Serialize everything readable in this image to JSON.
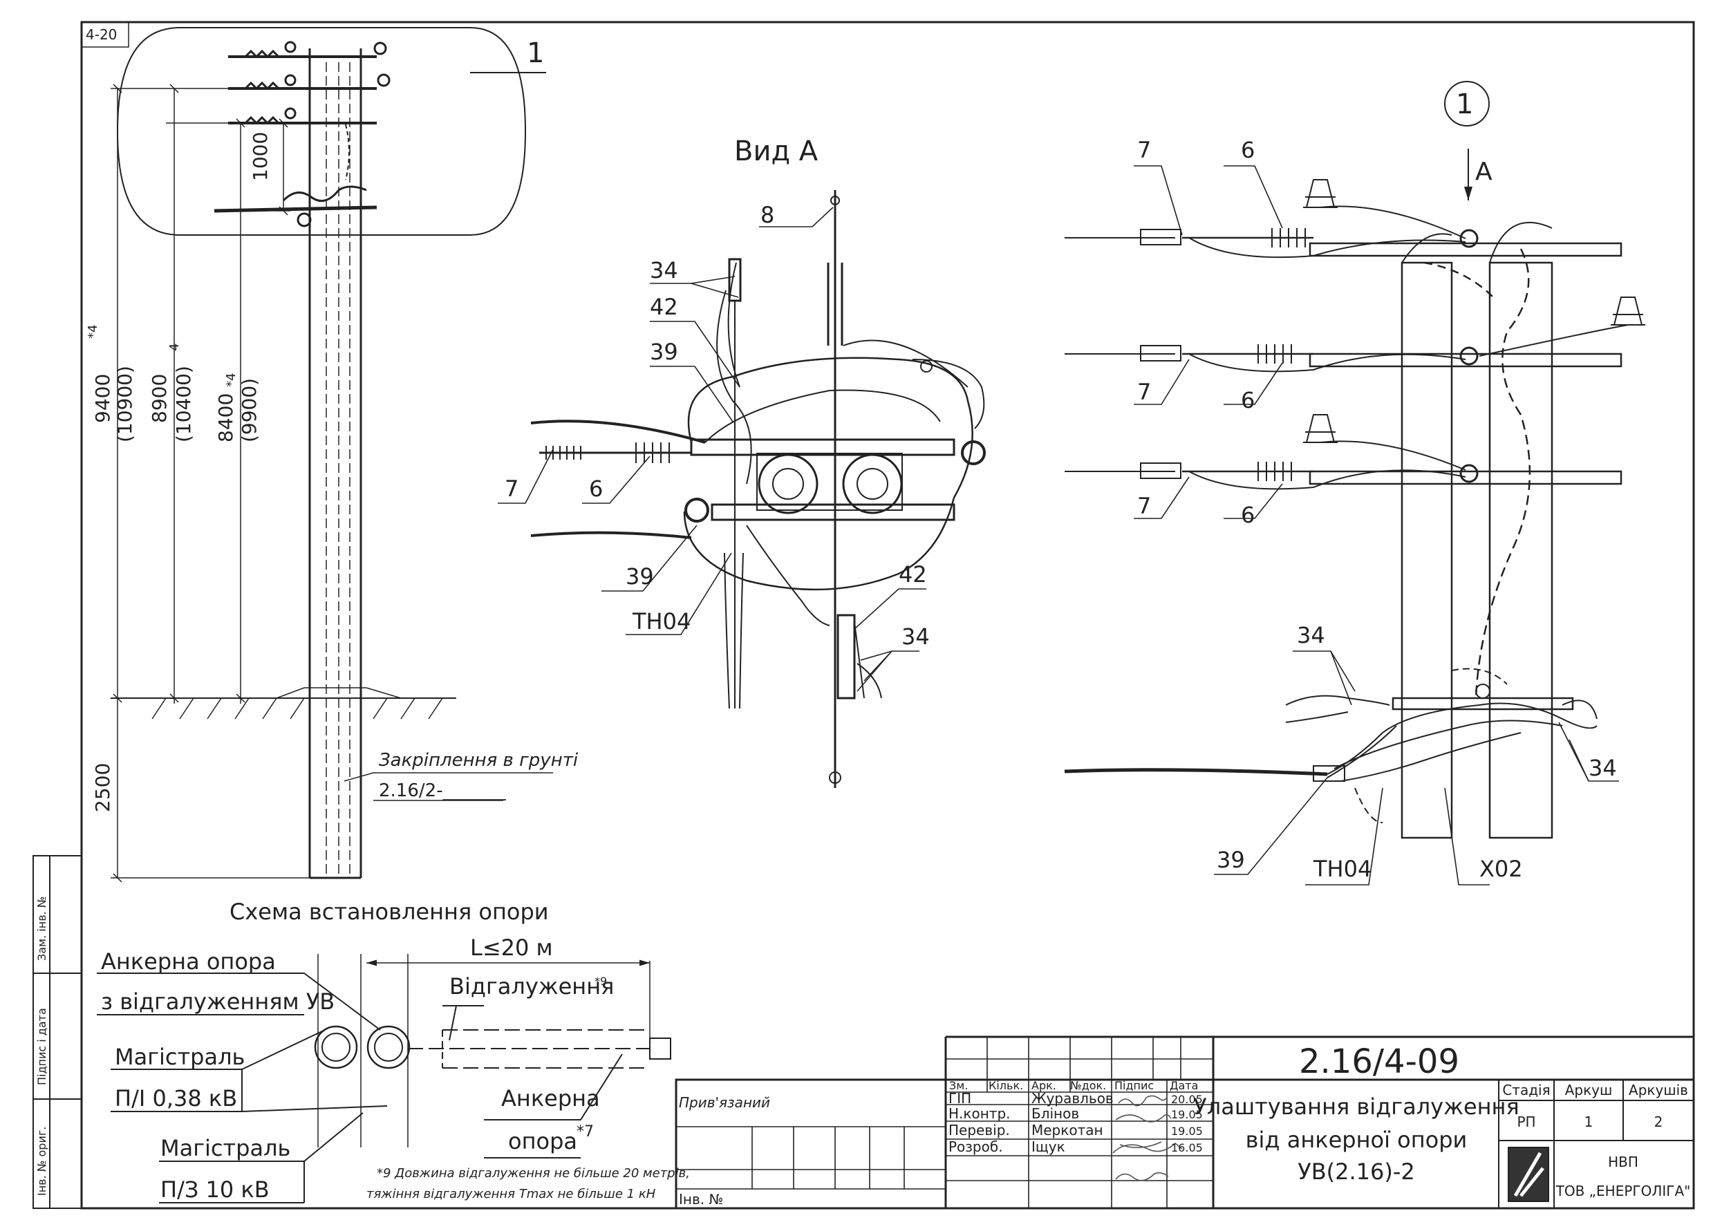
{
  "frame": {
    "corner_code": "4-20"
  },
  "left_view": {
    "callout_1": "1",
    "dim_1000": "1000",
    "dim_9400": "9400",
    "dim_10900": "(10900)",
    "dim_8900": "8900",
    "dim_10400": "(10400)",
    "dim_8400": "8400",
    "dim_9900": "(9900)",
    "sup_4a": "*4",
    "sup_4b": "4",
    "sup_4c": "*4",
    "dim_2500": "2500",
    "ground_fix_label": "Закріплення в грунті",
    "ground_fix_code": "2.16/2-_______"
  },
  "view_a": {
    "title": "Вид А",
    "labels": {
      "l8": "8",
      "l34a": "34",
      "l42a": "42",
      "l39a": "39",
      "l7": "7",
      "l6": "6",
      "l39b": "39",
      "lth": "ТН04",
      "l42b": "42",
      "l34b": "34"
    }
  },
  "right_view": {
    "callout_1": "1",
    "arrow_a": "А",
    "labels": {
      "l7a": "7",
      "l6a": "6",
      "l7b": "7",
      "l6b": "6",
      "l7c": "7",
      "l6c": "6",
      "l34a": "34",
      "l34b": "34",
      "l39": "39",
      "lth": "ТН04",
      "lx": "Х02"
    }
  },
  "scheme": {
    "title": "Схема встановлення опори",
    "anchor_branch_1": "Анкерна опора",
    "anchor_branch_2": "з відгалуженням УВ",
    "length": "L≤20 м",
    "branch": "Відгалуження",
    "branch_note_ref": "*9",
    "main1_1": "Магістраль",
    "main1_2": "П/І 0,38 кВ",
    "anchor_1": "Анкерна",
    "anchor_2": "опора",
    "anchor_ref": "*7",
    "main2_1": "Магістраль",
    "main2_2": "П/З 10 кВ",
    "footnote_1": "*9  Довжина відгалуження не більше 20 метрів,",
    "footnote_2": "тяжіння відгалуження Tmax не більше 1 кН"
  },
  "side_stamp": {
    "c1": "Зам. інв. №",
    "c2": "Підпис і дата",
    "c3": "Інв. № ориг."
  },
  "title_block": {
    "privyaz": "Прив'язаний",
    "inv": "Інв. №",
    "headers": [
      "Зм.",
      "Кільк.",
      "Арк.",
      "№док.",
      "Підпис",
      "Дата"
    ],
    "rows": [
      {
        "role": "ГІП",
        "name": "Журавльов",
        "date": "20.05"
      },
      {
        "role": "Н.контр.",
        "name": "Блінов",
        "date": "19.05"
      },
      {
        "role": "Перевір.",
        "name": "Меркотан",
        "date": "19.05"
      },
      {
        "role": "Розроб.",
        "name": "Іщук",
        "date": "16.05"
      }
    ],
    "doc_code": "2.16/4-09",
    "title_1": "Улаштування відгалуження",
    "title_2": "від анкерної опори",
    "title_3": "УВ(2.16)-2",
    "stage_h": "Стадія",
    "sheet_h": "Аркуш",
    "sheets_h": "Аркушів",
    "stage": "РП",
    "sheet": "1",
    "sheets": "2",
    "org_1": "НВП",
    "org_2": "ТОВ „ЕНЕРГОЛІГА\""
  }
}
